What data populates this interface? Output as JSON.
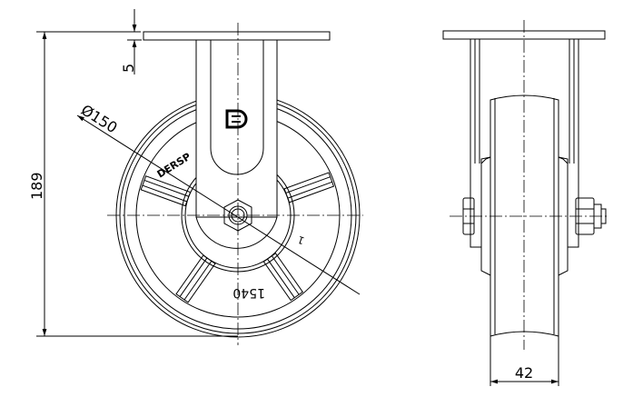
{
  "drawing": {
    "title": "Fixed castor technical drawing",
    "dimensions": {
      "plate_thickness": "5",
      "overall_height": "189",
      "wheel_diameter": "Ø150",
      "wheel_width": "42"
    },
    "wheel_markings": {
      "brand": "DERSP",
      "code": "1540",
      "side_mark": "1"
    },
    "logo_text": "D"
  }
}
